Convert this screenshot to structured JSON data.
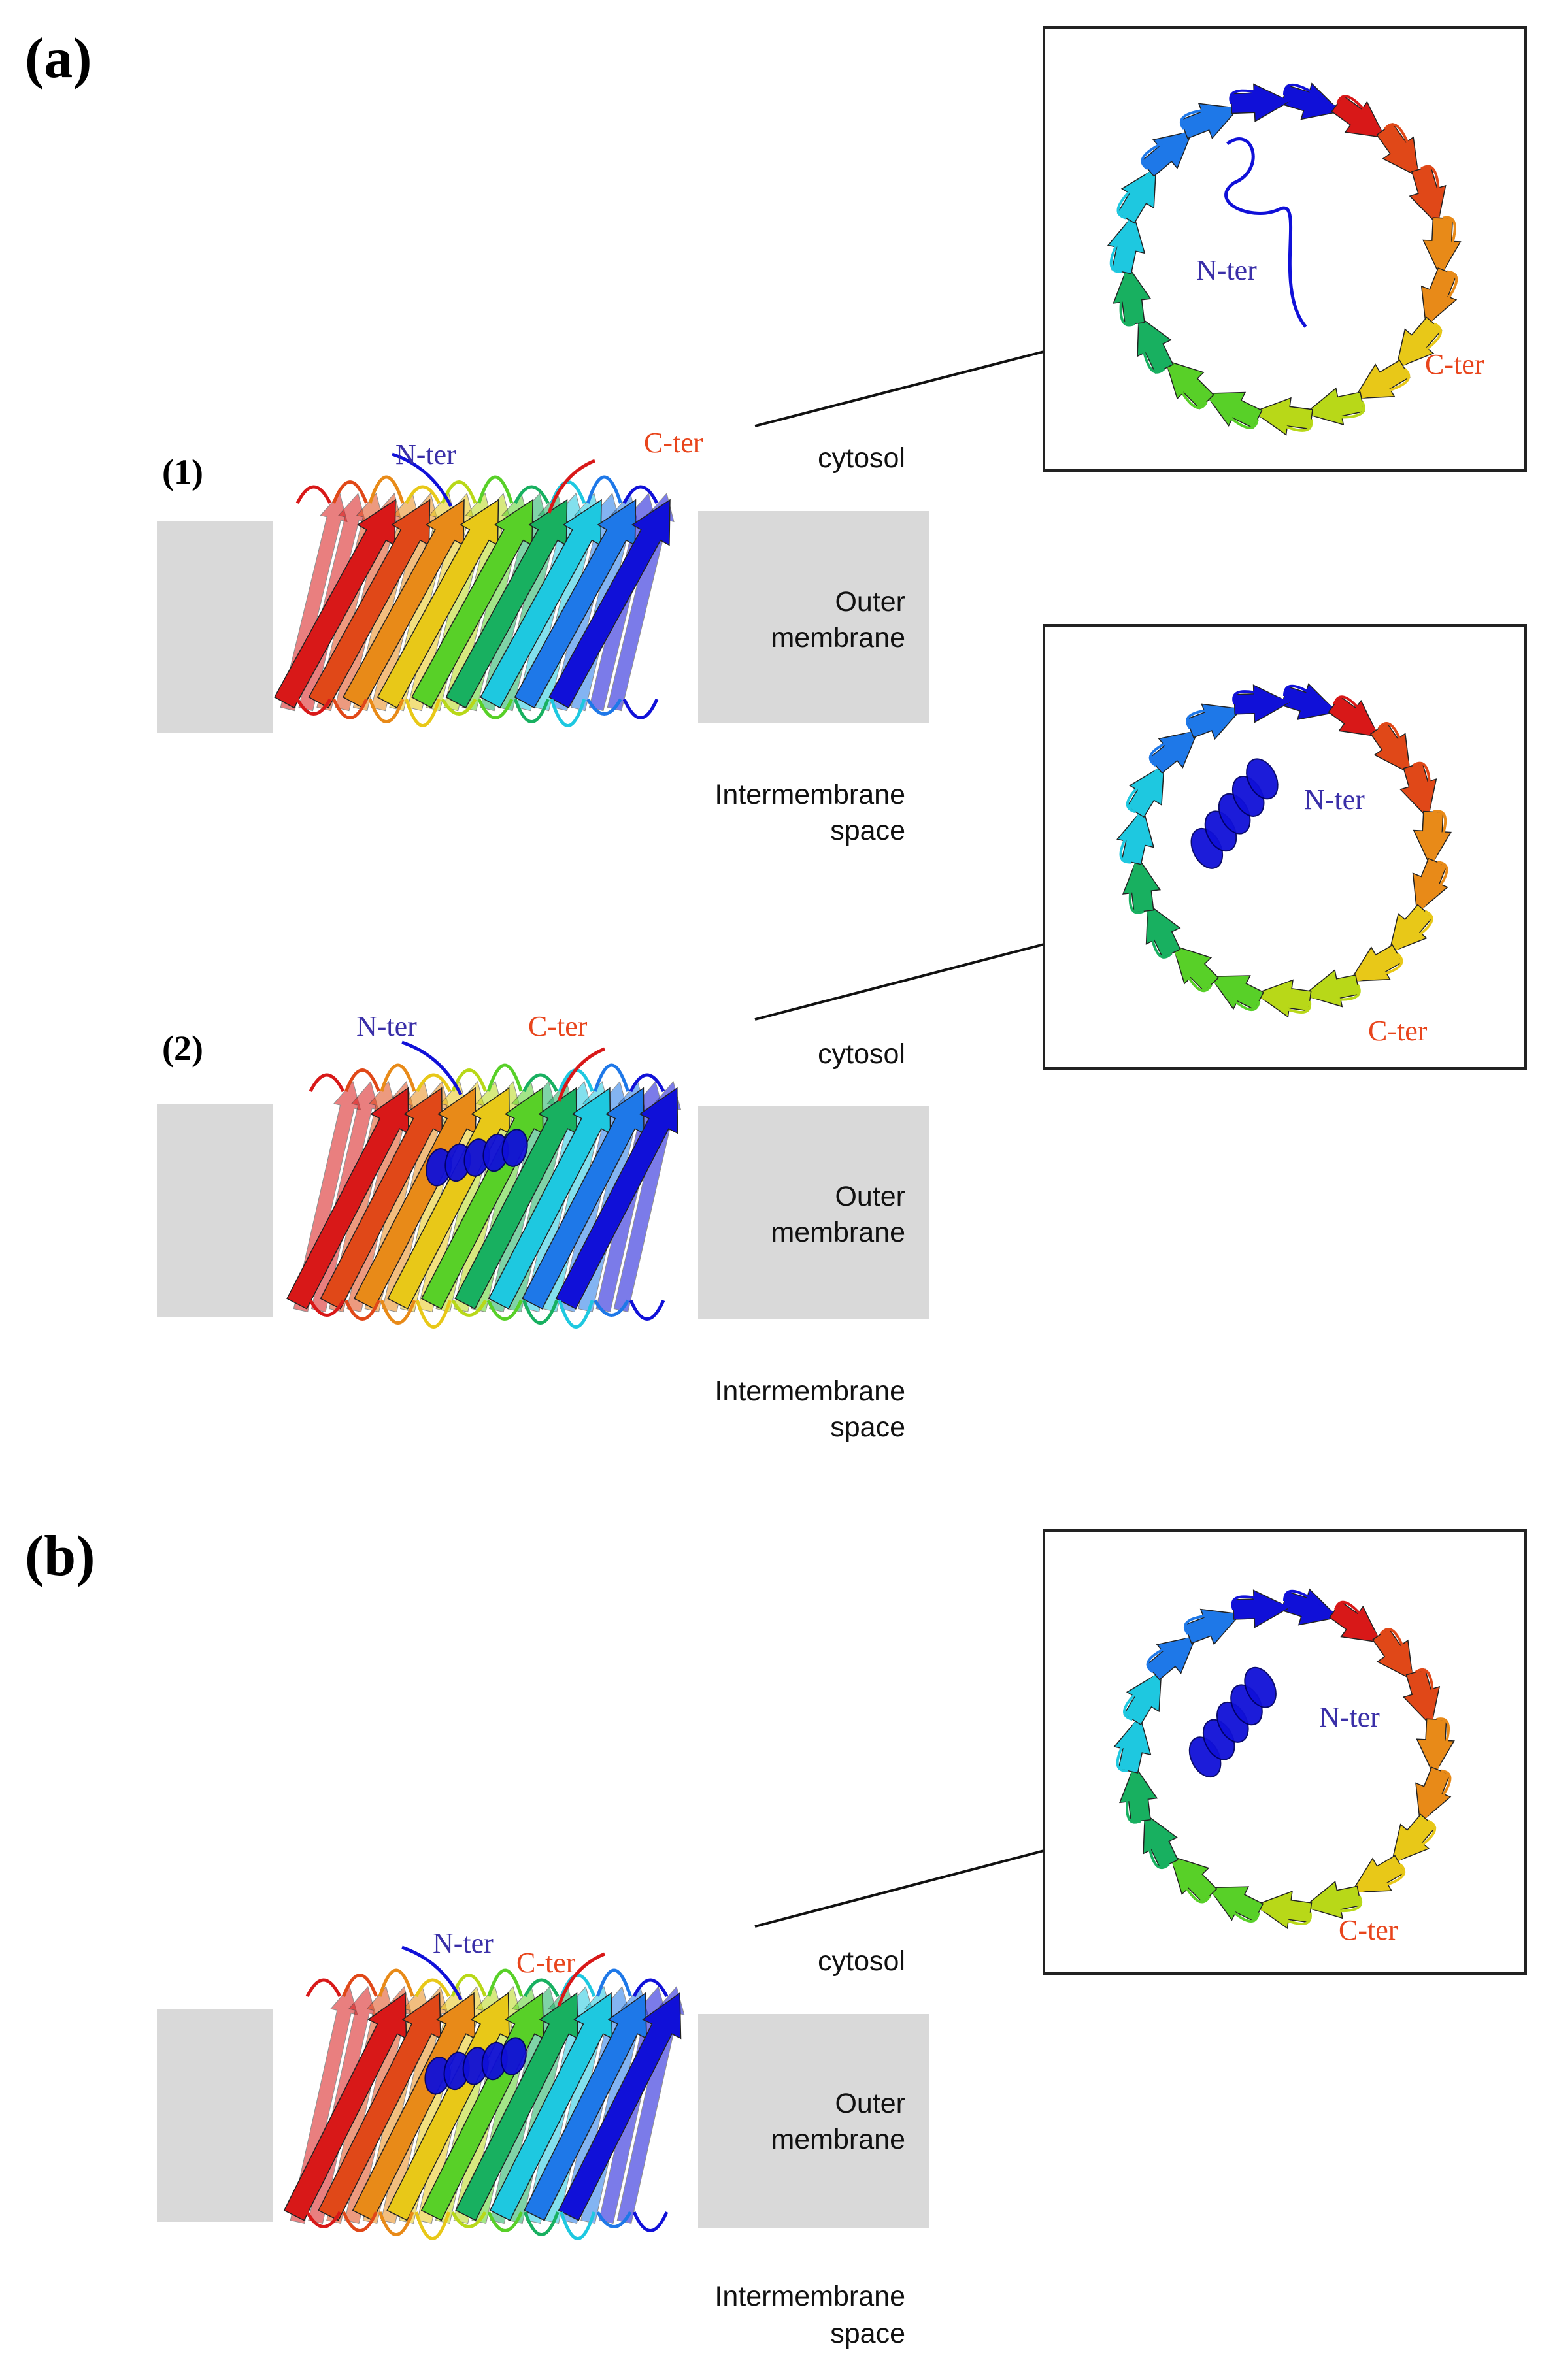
{
  "panel_labels": {
    "a": "(a)",
    "b": "(b)"
  },
  "sub_labels": {
    "one": "(1)",
    "two": "(2)"
  },
  "regions": {
    "cytosol": "cytosol",
    "outer_membrane_line1": "Outer",
    "outer_membrane_line2": "membrane",
    "ims_line1": "Intermembrane",
    "ims_line2": "space"
  },
  "termini": {
    "n": "N-ter",
    "c": "C-ter"
  },
  "colors": {
    "membrane": "#d9d9d9",
    "n_terminus": "#3a2fa8",
    "c_terminus": "#e8451c",
    "rainbow": [
      "#1010d8",
      "#1e78e8",
      "#1ec8e0",
      "#18b060",
      "#58d028",
      "#b8d818",
      "#e8c818",
      "#e88a18",
      "#e04818",
      "#d81818"
    ]
  },
  "icons": [
    "beta-barrel-side-view",
    "beta-barrel-top-view",
    "alpha-helix"
  ]
}
